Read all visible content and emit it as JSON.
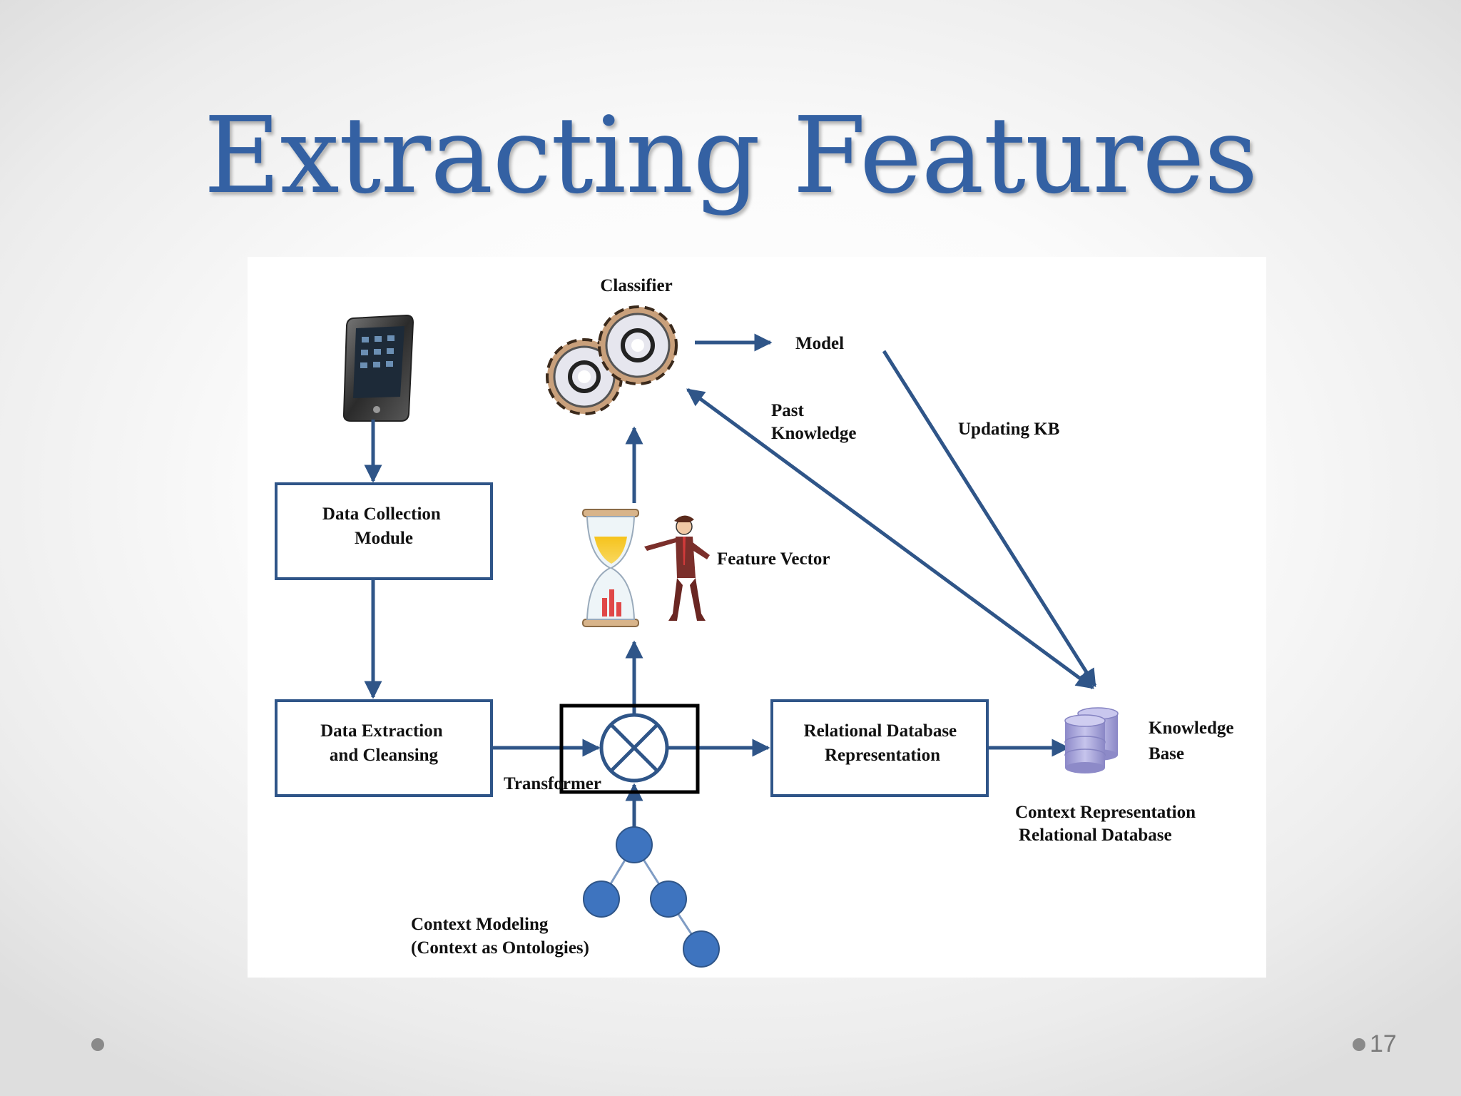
{
  "slide": {
    "title": "Extracting Features",
    "page_number": "17"
  },
  "diagram": {
    "classifier": "Classifier",
    "model": "Model",
    "past_knowledge": [
      "Past",
      "Knowledge"
    ],
    "updating_kb": "Updating KB",
    "data_collection": [
      "Data Collection",
      "Module"
    ],
    "feature_vector": "Feature Vector",
    "data_extraction": [
      "Data Extraction",
      "and Cleansing"
    ],
    "transformer": "Transformer",
    "relational_db": [
      "Relational Database",
      "Representation"
    ],
    "knowledge_base": [
      "Knowledge",
      "Base"
    ],
    "context_representation": [
      "Context Representation",
      "Relational Database"
    ],
    "context_modeling": [
      "Context Modeling",
      "(Context as Ontologies)"
    ]
  },
  "colors": {
    "title": "#3461a3",
    "arrow": "#2f5588",
    "node": "#3e74bf",
    "database": "#a9a6d9"
  }
}
